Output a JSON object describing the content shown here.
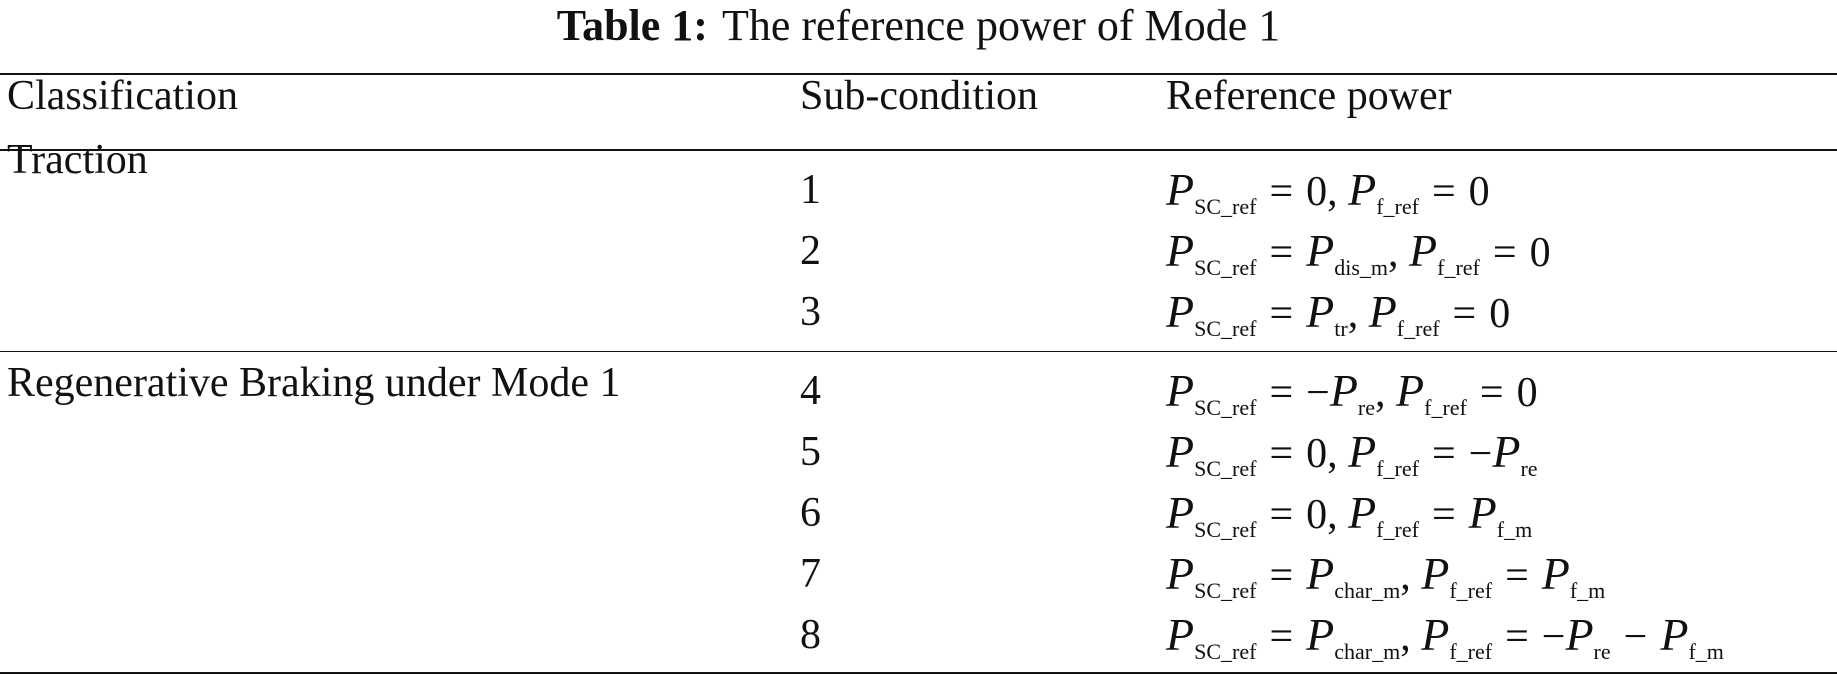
{
  "caption": {
    "label": "Table 1:",
    "title": "The reference power of Mode 1"
  },
  "table": {
    "headers": [
      "Classification",
      "Sub-condition",
      "Reference power"
    ],
    "groups": [
      {
        "classification": "Traction",
        "rows": [
          {
            "sub": "1",
            "terms": [
              {
                "t": "v",
                "s": "P",
                "sub": "SC_ref"
              },
              {
                "t": "op",
                "s": "="
              },
              {
                "t": "n",
                "s": "0, "
              },
              {
                "t": "v",
                "s": "P",
                "sub": "f_ref"
              },
              {
                "t": "op",
                "s": "="
              },
              {
                "t": "n",
                "s": "0"
              }
            ]
          },
          {
            "sub": "2",
            "terms": [
              {
                "t": "v",
                "s": "P",
                "sub": "SC_ref"
              },
              {
                "t": "op",
                "s": "="
              },
              {
                "t": "v",
                "s": "P",
                "sub": "dis_m"
              },
              {
                "t": "n",
                "s": ", "
              },
              {
                "t": "v",
                "s": "P",
                "sub": "f_ref"
              },
              {
                "t": "op",
                "s": "="
              },
              {
                "t": "n",
                "s": "0"
              }
            ]
          },
          {
            "sub": "3",
            "terms": [
              {
                "t": "v",
                "s": "P",
                "sub": "SC_ref"
              },
              {
                "t": "op",
                "s": "="
              },
              {
                "t": "v",
                "s": "P",
                "sub": "tr"
              },
              {
                "t": "n",
                "s": ", "
              },
              {
                "t": "v",
                "s": "P",
                "sub": "f_ref"
              },
              {
                "t": "op",
                "s": "="
              },
              {
                "t": "n",
                "s": "0"
              }
            ]
          }
        ]
      },
      {
        "classification": "Regenerative Braking under Mode 1",
        "rows": [
          {
            "sub": "4",
            "terms": [
              {
                "t": "v",
                "s": "P",
                "sub": "SC_ref"
              },
              {
                "t": "op",
                "s": "="
              },
              {
                "t": "n",
                "s": "−"
              },
              {
                "t": "v",
                "s": "P",
                "sub": "re"
              },
              {
                "t": "n",
                "s": ", "
              },
              {
                "t": "v",
                "s": "P",
                "sub": "f_ref"
              },
              {
                "t": "op",
                "s": "="
              },
              {
                "t": "n",
                "s": "0"
              }
            ]
          },
          {
            "sub": "5",
            "terms": [
              {
                "t": "v",
                "s": "P",
                "sub": "SC_ref"
              },
              {
                "t": "op",
                "s": "="
              },
              {
                "t": "n",
                "s": "0, "
              },
              {
                "t": "v",
                "s": "P",
                "sub": "f_ref"
              },
              {
                "t": "op",
                "s": "="
              },
              {
                "t": "n",
                "s": "−"
              },
              {
                "t": "v",
                "s": "P",
                "sub": "re"
              }
            ]
          },
          {
            "sub": "6",
            "terms": [
              {
                "t": "v",
                "s": "P",
                "sub": "SC_ref"
              },
              {
                "t": "op",
                "s": "="
              },
              {
                "t": "n",
                "s": "0, "
              },
              {
                "t": "v",
                "s": "P",
                "sub": "f_ref"
              },
              {
                "t": "op",
                "s": "="
              },
              {
                "t": "v",
                "s": "P",
                "sub": "f_m"
              }
            ]
          },
          {
            "sub": "7",
            "terms": [
              {
                "t": "v",
                "s": "P",
                "sub": "SC_ref"
              },
              {
                "t": "op",
                "s": "="
              },
              {
                "t": "v",
                "s": "P",
                "sub": "char_m"
              },
              {
                "t": "n",
                "s": ", "
              },
              {
                "t": "v",
                "s": "P",
                "sub": "f_ref"
              },
              {
                "t": "op",
                "s": "="
              },
              {
                "t": "v",
                "s": "P",
                "sub": "f_m"
              }
            ]
          },
          {
            "sub": "8",
            "terms": [
              {
                "t": "v",
                "s": "P",
                "sub": "SC_ref"
              },
              {
                "t": "op",
                "s": "="
              },
              {
                "t": "v",
                "s": "P",
                "sub": "char_m"
              },
              {
                "t": "n",
                "s": ", "
              },
              {
                "t": "v",
                "s": "P",
                "sub": "f_ref"
              },
              {
                "t": "op",
                "s": "="
              },
              {
                "t": "n",
                "s": "−"
              },
              {
                "t": "v",
                "s": "P",
                "sub": "re"
              },
              {
                "t": "op",
                "s": "−"
              },
              {
                "t": "v",
                "s": "P",
                "sub": "f_m"
              }
            ]
          }
        ]
      }
    ]
  }
}
